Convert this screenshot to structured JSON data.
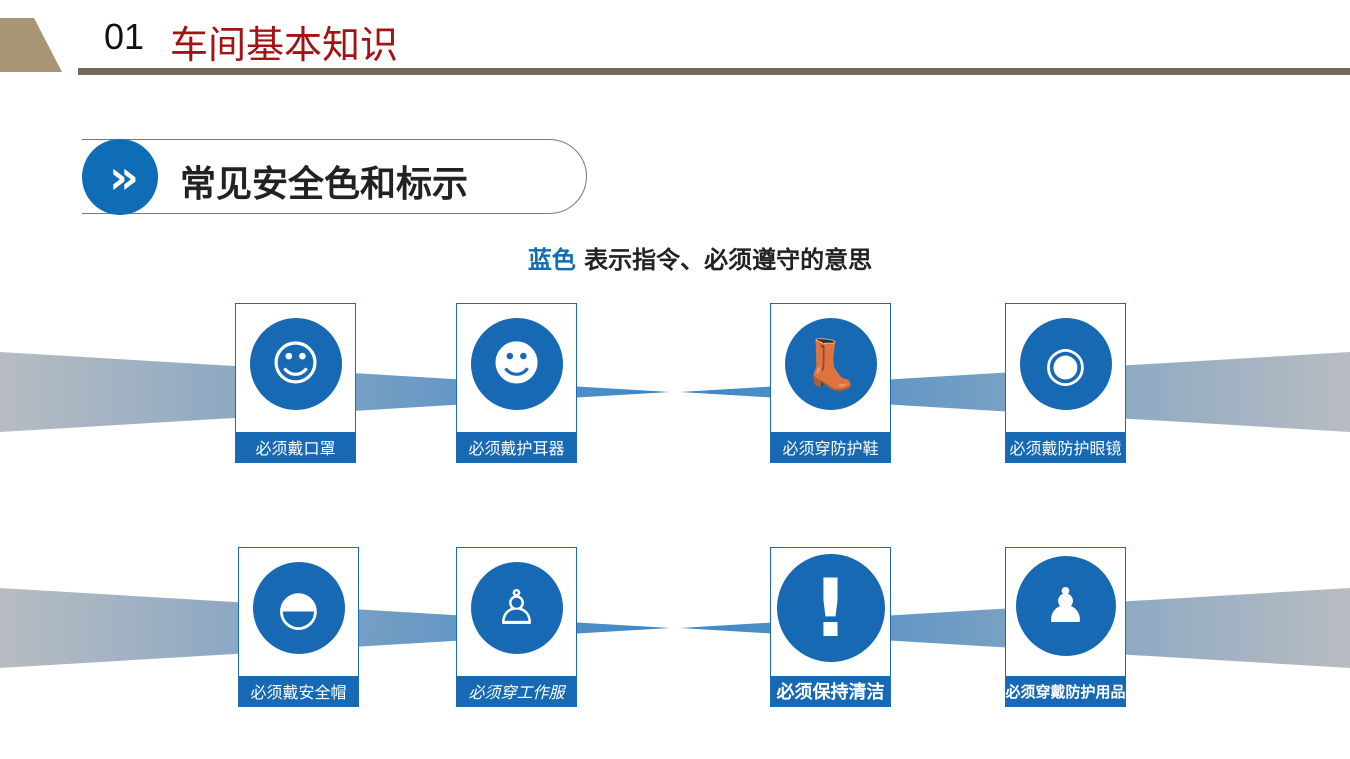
{
  "header": {
    "number": "01",
    "title": "车间基本知识"
  },
  "section": {
    "icon": "double-chevron-icon",
    "title": "常见安全色和标示"
  },
  "subtitle": {
    "highlight": "蓝色",
    "text": " 表示指令、必须遵守的意思"
  },
  "colors": {
    "blue": "#1669b2",
    "title_red": "#a31313",
    "bar": "#75675b"
  },
  "signs": [
    {
      "label": "必须戴口罩",
      "icon": "mask-icon",
      "glyph": "☺"
    },
    {
      "label": "必须戴护耳器",
      "icon": "ear-protector-icon",
      "glyph": "☻"
    },
    {
      "label": "必须穿防护鞋",
      "icon": "boot-icon",
      "glyph": "👢"
    },
    {
      "label": "必须戴防护眼镜",
      "icon": "goggles-icon",
      "glyph": "◉"
    },
    {
      "label": "必须戴安全帽",
      "icon": "helmet-icon",
      "glyph": "◓"
    },
    {
      "label": "必须穿工作服",
      "icon": "work-clothes-icon",
      "glyph": "♙"
    },
    {
      "label": "必须保持清洁",
      "icon": "exclamation-icon",
      "glyph": "!"
    },
    {
      "label": "必须穿戴防护用品",
      "icon": "protective-gear-icon",
      "glyph": "♟"
    }
  ]
}
